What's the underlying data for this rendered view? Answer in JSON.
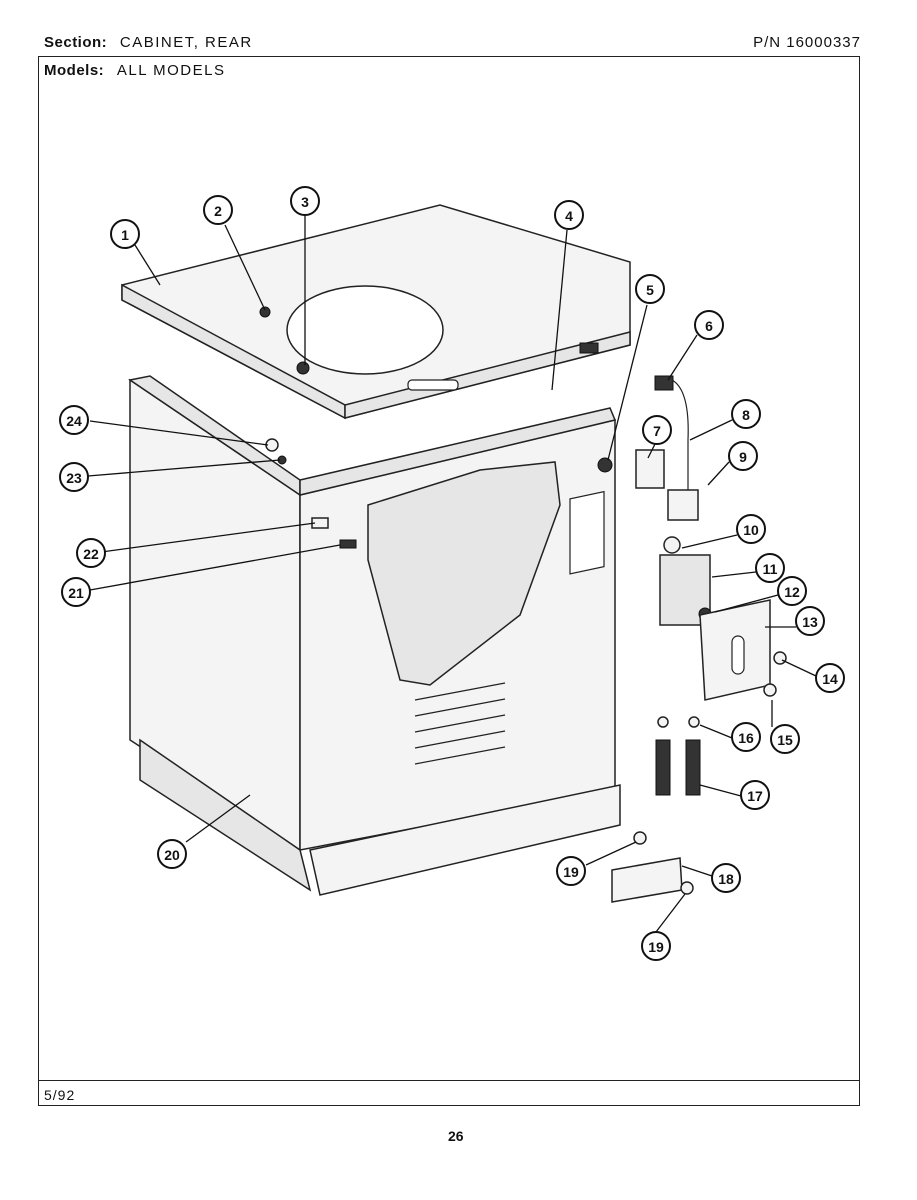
{
  "header": {
    "section_label": "Section:",
    "section_value": "CABINET, REAR",
    "part_number": "P/N 16000337",
    "models_label": "Models:",
    "models_value": "ALL MODELS"
  },
  "footer": {
    "date": "5/92",
    "page_number": "26"
  },
  "callouts": [
    "1",
    "2",
    "3",
    "4",
    "5",
    "6",
    "7",
    "8",
    "9",
    "10",
    "11",
    "12",
    "13",
    "14",
    "15",
    "16",
    "17",
    "18",
    "19",
    "19",
    "20",
    "21",
    "22",
    "23",
    "24"
  ]
}
